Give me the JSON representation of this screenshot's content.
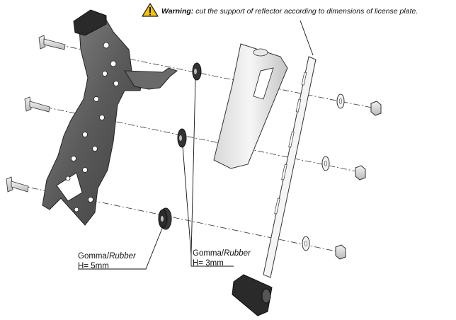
{
  "warning": {
    "icon": "warning-triangle-icon",
    "title": "Warning:",
    "message": "cut the support of reflector according to dimensions of license plate."
  },
  "labels": {
    "rubber_5mm": {
      "line1_a": "Gomma/",
      "line1_b": "Rubber",
      "line2": "H= 5mm"
    },
    "rubber_3mm": {
      "line1_a": "Gomma/",
      "line1_b": "Rubber",
      "line2": "H= 3mm"
    }
  },
  "colors": {
    "warning_fill": "#f2c400",
    "metal_dark": "#555555",
    "metal_light": "#e6e6e6",
    "outline": "#222222"
  }
}
